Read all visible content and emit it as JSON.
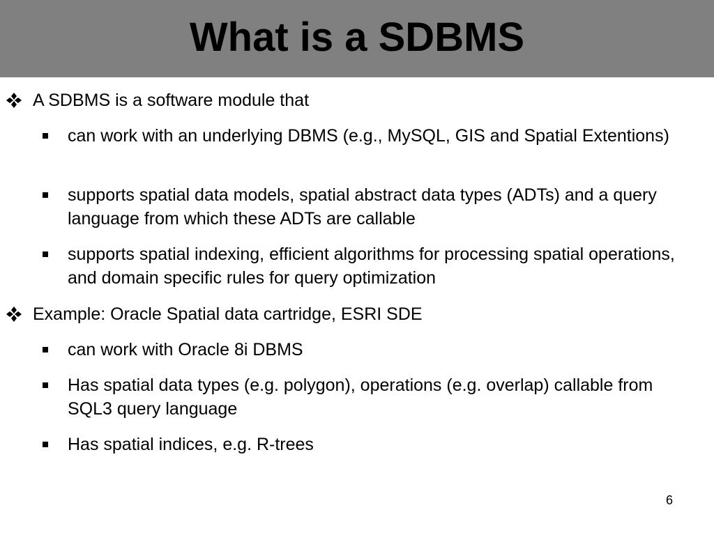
{
  "slide": {
    "title": "What is a SDBMS",
    "page_number": "6"
  },
  "bullets": [
    {
      "text": "A SDBMS is a software module that",
      "sub": [
        "can work with an underlying DBMS (e.g., MySQL, GIS and Spatial Extentions)",
        "supports spatial data models, spatial abstract data types (ADTs) and a query language from which these ADTs are callable",
        "supports spatial indexing, efficient algorithms for processing spatial operations, and domain specific rules for query optimization"
      ]
    },
    {
      "text": "Example: Oracle Spatial data cartridge, ESRI SDE",
      "sub": [
        "can work with Oracle 8i DBMS",
        "Has spatial data types (e.g. polygon), operations (e.g. overlap) callable from SQL3 query language",
        "Has spatial indices, e.g. R-trees"
      ]
    }
  ],
  "icons": {
    "level1": "diamond-bullet-icon",
    "level2": "square-bullet-icon"
  },
  "colors": {
    "title_bar": "#808080",
    "text": "#000000",
    "background": "#ffffff"
  }
}
